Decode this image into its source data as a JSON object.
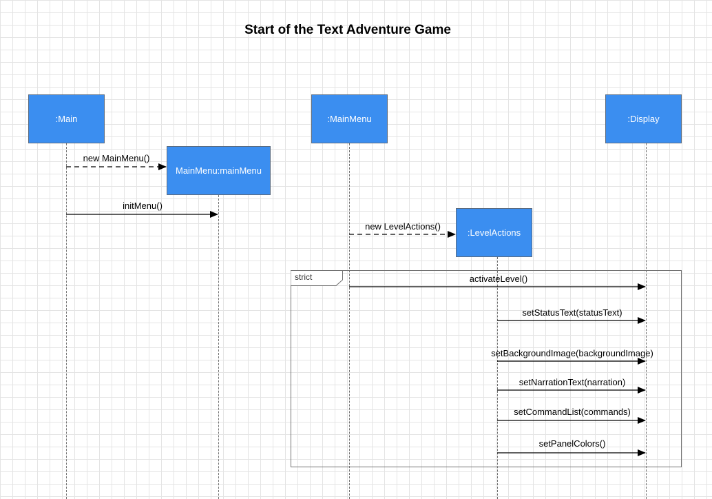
{
  "title": "Start of the Text Adventure Game",
  "lifelines": {
    "main": ":Main",
    "mainmenu": ":MainMenu",
    "display": ":Display",
    "mainmenu_instance": "MainMenu:mainMenu",
    "levelactions": ":LevelActions"
  },
  "frame": {
    "operator": "strict"
  },
  "messages": [
    {
      "id": "m1",
      "label": "new MainMenu()",
      "style": "dashed"
    },
    {
      "id": "m2",
      "label": "initMenu()",
      "style": "solid"
    },
    {
      "id": "m3",
      "label": "new LevelActions()",
      "style": "dashed"
    },
    {
      "id": "m4",
      "label": "activateLevel()",
      "style": "solid"
    },
    {
      "id": "m5",
      "label": "setStatusText(statusText)",
      "style": "solid"
    },
    {
      "id": "m6",
      "label": "setBackgroundImage(backgroundImage)",
      "style": "solid"
    },
    {
      "id": "m7",
      "label": "setNarrationText(narration)",
      "style": "solid"
    },
    {
      "id": "m8",
      "label": "setCommandList(commands)",
      "style": "solid"
    },
    {
      "id": "m9",
      "label": "setPanelColors()",
      "style": "solid"
    }
  ]
}
